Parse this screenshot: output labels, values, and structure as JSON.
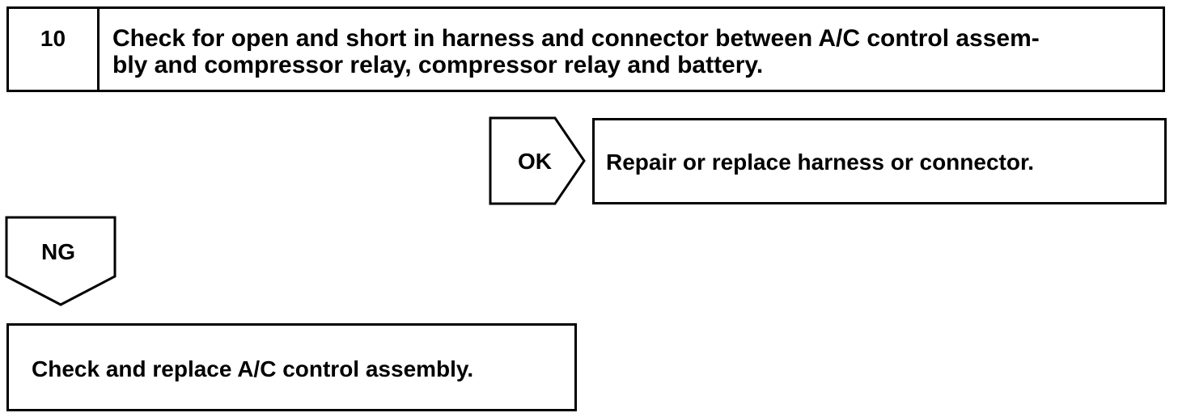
{
  "step": {
    "number": "10",
    "text": "Check for open and short in harness and connector between A/C control assem-\nbly and compressor relay, compressor relay and battery."
  },
  "ok_branch": {
    "label": "OK",
    "result": "Repair or replace harness or connector."
  },
  "ng_branch": {
    "label": "NG",
    "result": "Check and replace A/C control assembly."
  }
}
